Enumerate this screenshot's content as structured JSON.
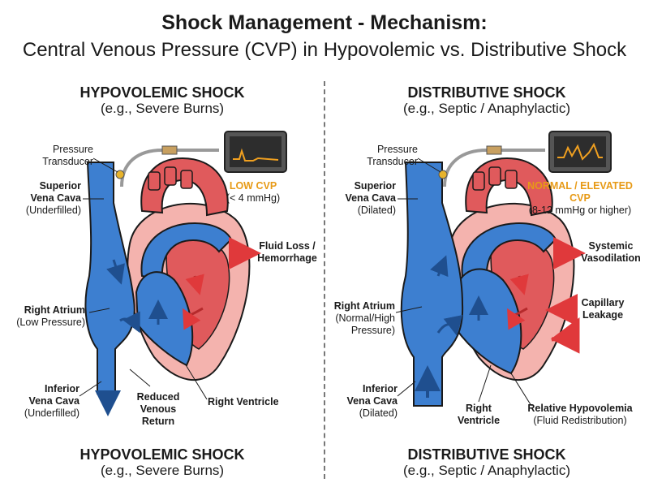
{
  "title": {
    "line1": "Shock Management - Mechanism:",
    "line2": "Central Venous Pressure (CVP) in Hypovolemic vs. Distributive Shock"
  },
  "hypovolemic": {
    "header_title": "HYPOVOLEMIC SHOCK",
    "header_sub": "(e.g., Severe Burns)",
    "footer_title": "HYPOVOLEMIC SHOCK",
    "footer_sub": "(e.g., Severe Burns)",
    "labels": {
      "pressure_transducer": [
        "Pressure",
        "Transducer"
      ],
      "svc": [
        "Superior",
        "Vena Cava",
        "(Underfilled)"
      ],
      "right_atrium": [
        "Right Atrium",
        "(Low Pressure)"
      ],
      "ivc": [
        "Inferior",
        "Vena Cava",
        "(Underfilled)"
      ],
      "reduced_return": [
        "Reduced",
        "Venous",
        "Return"
      ],
      "right_ventricle": "Right Ventricle",
      "fluid_loss": [
        "Fluid Loss /",
        "Hemorrhage"
      ],
      "cvp_value": "LOW CVP",
      "cvp_range": "(< 4 mmHg)"
    }
  },
  "distributive": {
    "header_title": "DISTRIBUTIVE SHOCK",
    "header_sub": "(e.g., Septic / Anaphylactic)",
    "footer_title": "DISTRIBUTIVE SHOCK",
    "footer_sub": "(e.g., Septic / Anaphylactic)",
    "labels": {
      "pressure_transducer": [
        "Pressure",
        "Transducer"
      ],
      "svc": [
        "Superior",
        "Vena Cava",
        "(Dilated)"
      ],
      "right_atrium": [
        "Right Atrium",
        "(Normal/High",
        "Pressure)"
      ],
      "ivc": [
        "Inferior",
        "Vena Cava",
        "(Dilated)"
      ],
      "right_ventricle": [
        "Right",
        "Ventricle"
      ],
      "relative_hypovolemia": [
        "Relative Hypovolemia",
        "(Fluid Redistribution)"
      ],
      "vasodilation": [
        "Systemic",
        "Vasodilation"
      ],
      "capillary_leakage": [
        "Capillary",
        "Leakage"
      ],
      "cvp_value": "NORMAL / ELEVATED CVP",
      "cvp_range": "(8-12 mmHg or higher)"
    }
  },
  "colors": {
    "venous_blue": "#3d7fd0",
    "venous_blue_dark": "#1f4f8f",
    "arterial_red": "#e05a5c",
    "muscle_pink": "#f4b3ae",
    "monitor_frame": "#555555",
    "waveform": "#f0a020",
    "cvp_accent": "#e79a16",
    "arrow_red": "#e0393b"
  }
}
